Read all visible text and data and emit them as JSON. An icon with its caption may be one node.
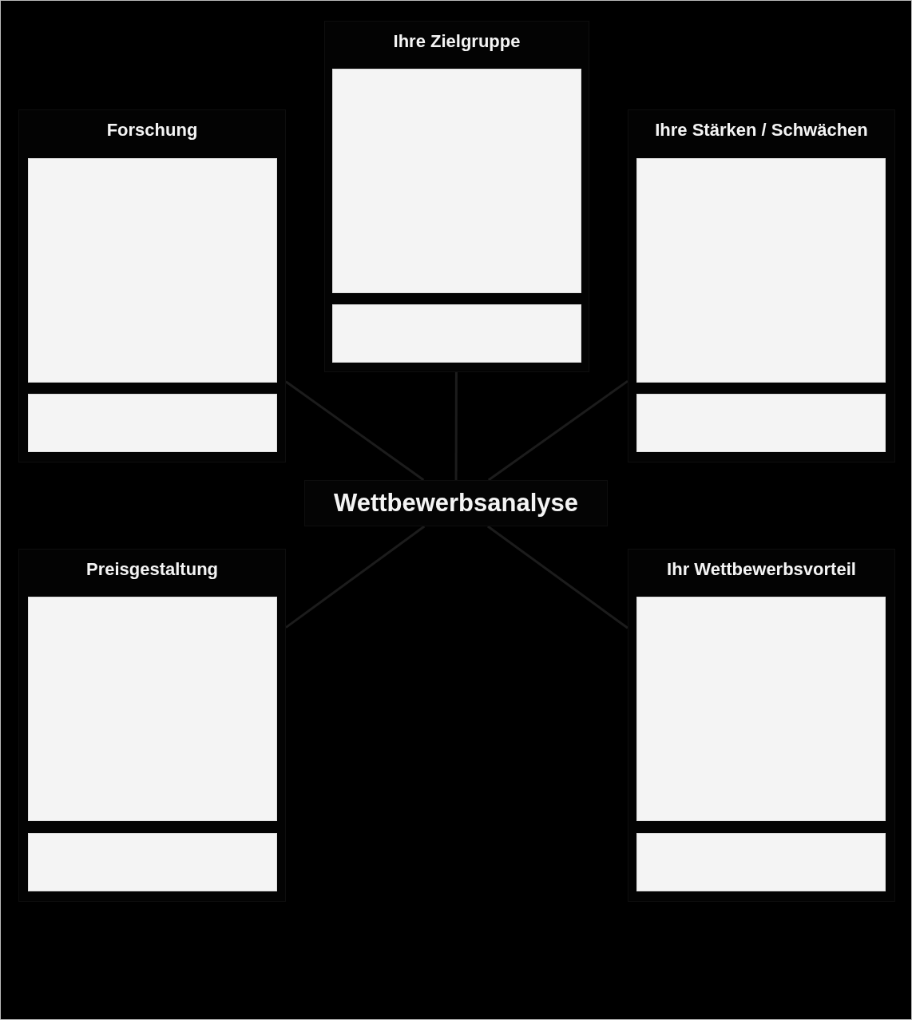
{
  "diagram": {
    "nodes": [
      {
        "text": [
          "Ihre Zielgruppe"
        ]
      },
      {
        "text": [],
        "shape": "box",
        "in": 0
      },
      {
        "text": [],
        "shape": "box",
        "in": 0
      },
      {
        "text": [
          "Forschung"
        ]
      },
      {
        "text": [],
        "shape": "box",
        "in": 3
      },
      {
        "text": [],
        "shape": "box",
        "in": 3
      },
      {
        "text": [
          "Ihre Stärken / Schwächen"
        ]
      },
      {
        "text": [],
        "shape": "box",
        "in": 6
      },
      {
        "text": [],
        "shape": "box",
        "in": 6
      },
      {
        "text": [
          "Wettbewerbsanalyse"
        ]
      },
      {
        "text": [
          "Preisgestaltung"
        ]
      },
      {
        "text": [],
        "shape": "box",
        "in": 10
      },
      {
        "text": [],
        "shape": "box",
        "in": 10
      },
      {
        "text": [
          "Ihr Wettbewerbsvorteil"
        ]
      },
      {
        "text": [],
        "shape": "box",
        "in": 13
      },
      {
        "text": [],
        "shape": "box",
        "in": 13
      }
    ],
    "edges": [
      {
        "from": 9,
        "to": 0,
        "arrow": "none"
      },
      {
        "from": 9,
        "to": 3,
        "arrow": "none"
      },
      {
        "from": 9,
        "to": 6,
        "arrow": "none"
      },
      {
        "from": 9,
        "to": 10,
        "arrow": "none"
      },
      {
        "from": 9,
        "to": 13,
        "arrow": "none"
      }
    ]
  }
}
